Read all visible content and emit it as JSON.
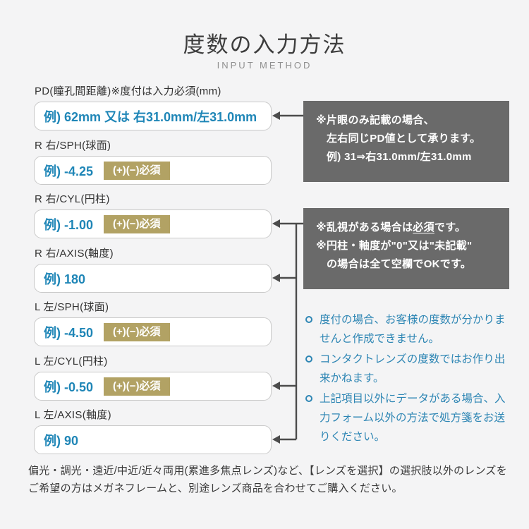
{
  "header": {
    "title": "度数の入力方法",
    "subtitle": "INPUT METHOD"
  },
  "fields": [
    {
      "label": "PD(瞳孔間距離)※度付は入力必須(mm)",
      "example": "例) 62mm 又は 右31.0mm/左31.0mm",
      "badge": ""
    },
    {
      "label": "R 右/SPH(球面)",
      "example": "例) -4.25",
      "badge": "(+)(−)必須"
    },
    {
      "label": "R 右/CYL(円柱)",
      "example": "例) -1.00",
      "badge": "(+)(−)必須"
    },
    {
      "label": "R 右/AXIS(軸度)",
      "example": "例) 180",
      "badge": ""
    },
    {
      "label": "L 左/SPH(球面)",
      "example": "例) -4.50",
      "badge": "(+)(−)必須"
    },
    {
      "label": "L 左/CYL(円柱)",
      "example": "例) -0.50",
      "badge": "(+)(−)必須"
    },
    {
      "label": "L 左/AXIS(軸度)",
      "example": "例) 90",
      "badge": ""
    }
  ],
  "pd_callout": {
    "line1": "※片眼のみ記載の場合、",
    "line2": "左右同じPD値として承ります。",
    "line3": "例) 31⇒右31.0mm/左31.0mm"
  },
  "cyl_callout": {
    "line1_pre": "※乱視がある場合は",
    "line1_emphasis": "必須",
    "line1_post": "です。",
    "line2": "※円柱・軸度が\"0\"又は\"未記載\"",
    "line3": "の場合は全て空欄でOKです。"
  },
  "notes": [
    {
      "text": "度付の場合、お客様の度数が分かりませんと作成できません。"
    },
    {
      "text": "コンタクトレンズの度数ではお作り出来かねます。"
    },
    {
      "text": "上記項目以外にデータがある場合、入力フォーム以外の方法で処方箋をお送りください。"
    }
  ],
  "footer": {
    "text": "偏光・調光・遠近/中近/近々両用(累進多焦点レンズ)など、【レンズを選択】の選択肢以外のレンズをご希望の方はメガネフレームと、別途レンズ商品を合わせてご購入ください。"
  },
  "colors": {
    "background": "#f4f4f5",
    "accent_blue": "#1f86b7",
    "note_blue": "#2e86b4",
    "badge_gold": "#b2a264",
    "callout_gray": "#6a6a6a",
    "arrow_gray": "#4c4c4c"
  }
}
